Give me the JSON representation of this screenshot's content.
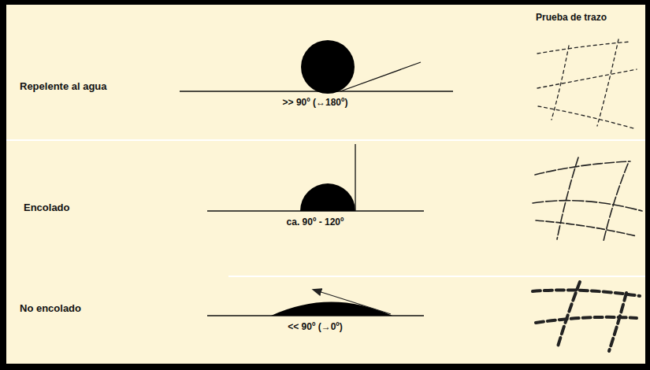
{
  "diagram": {
    "labels": [
      "Prueba de trazo",
      "Repelente al agua",
      ">> 90º (↔180º)",
      "Encolado",
      "ca. 90º - 120º",
      "No encolado",
      "<< 90º (→0º)"
    ]
  }
}
